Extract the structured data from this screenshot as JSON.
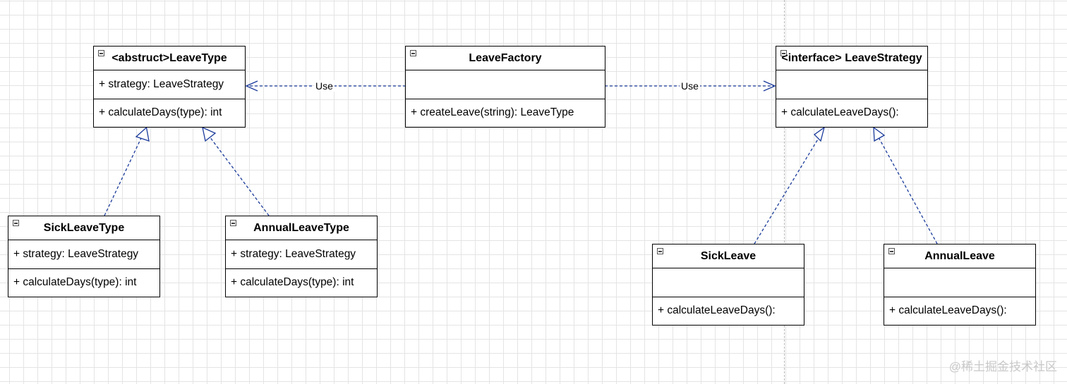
{
  "diagram": {
    "classes": {
      "leave_type": {
        "name": "<abstruct>LeaveType",
        "attribute": "+ strategy: LeaveStrategy",
        "method": "+ calculateDays(type): int"
      },
      "leave_factory": {
        "name": "LeaveFactory",
        "attribute": "",
        "method": "+ createLeave(string): LeaveType"
      },
      "leave_strategy": {
        "name": "<interface> LeaveStrategy",
        "attribute": "",
        "method": "+ calculateLeaveDays():"
      },
      "sick_leave_type": {
        "name": "SickLeaveType",
        "attribute": "+ strategy: LeaveStrategy",
        "method": "+ calculateDays(type): int"
      },
      "annual_leave_type": {
        "name": "AnnualLeaveType",
        "attribute": "+ strategy: LeaveStrategy",
        "method": "+ calculateDays(type): int"
      },
      "sick_leave": {
        "name": "SickLeave",
        "attribute": "",
        "method": "+ calculateLeaveDays():"
      },
      "annual_leave": {
        "name": "AnnualLeave",
        "attribute": "",
        "method": "+ calculateLeaveDays():"
      }
    },
    "relations": {
      "factory_to_leave_type": {
        "label": "Use",
        "kind": "dependency"
      },
      "factory_to_strategy": {
        "label": "Use",
        "kind": "dependency"
      },
      "sick_leave_type_realizes": {
        "kind": "realization"
      },
      "annual_leave_type_realizes": {
        "kind": "realization"
      },
      "sick_leave_realizes": {
        "kind": "realization"
      },
      "annual_leave_realizes": {
        "kind": "realization"
      }
    },
    "colors": {
      "connector": "#1a3a9a",
      "class_border": "#000000",
      "grid": "#e4e4e4"
    }
  },
  "watermark": "@稀土掘金技术社区"
}
